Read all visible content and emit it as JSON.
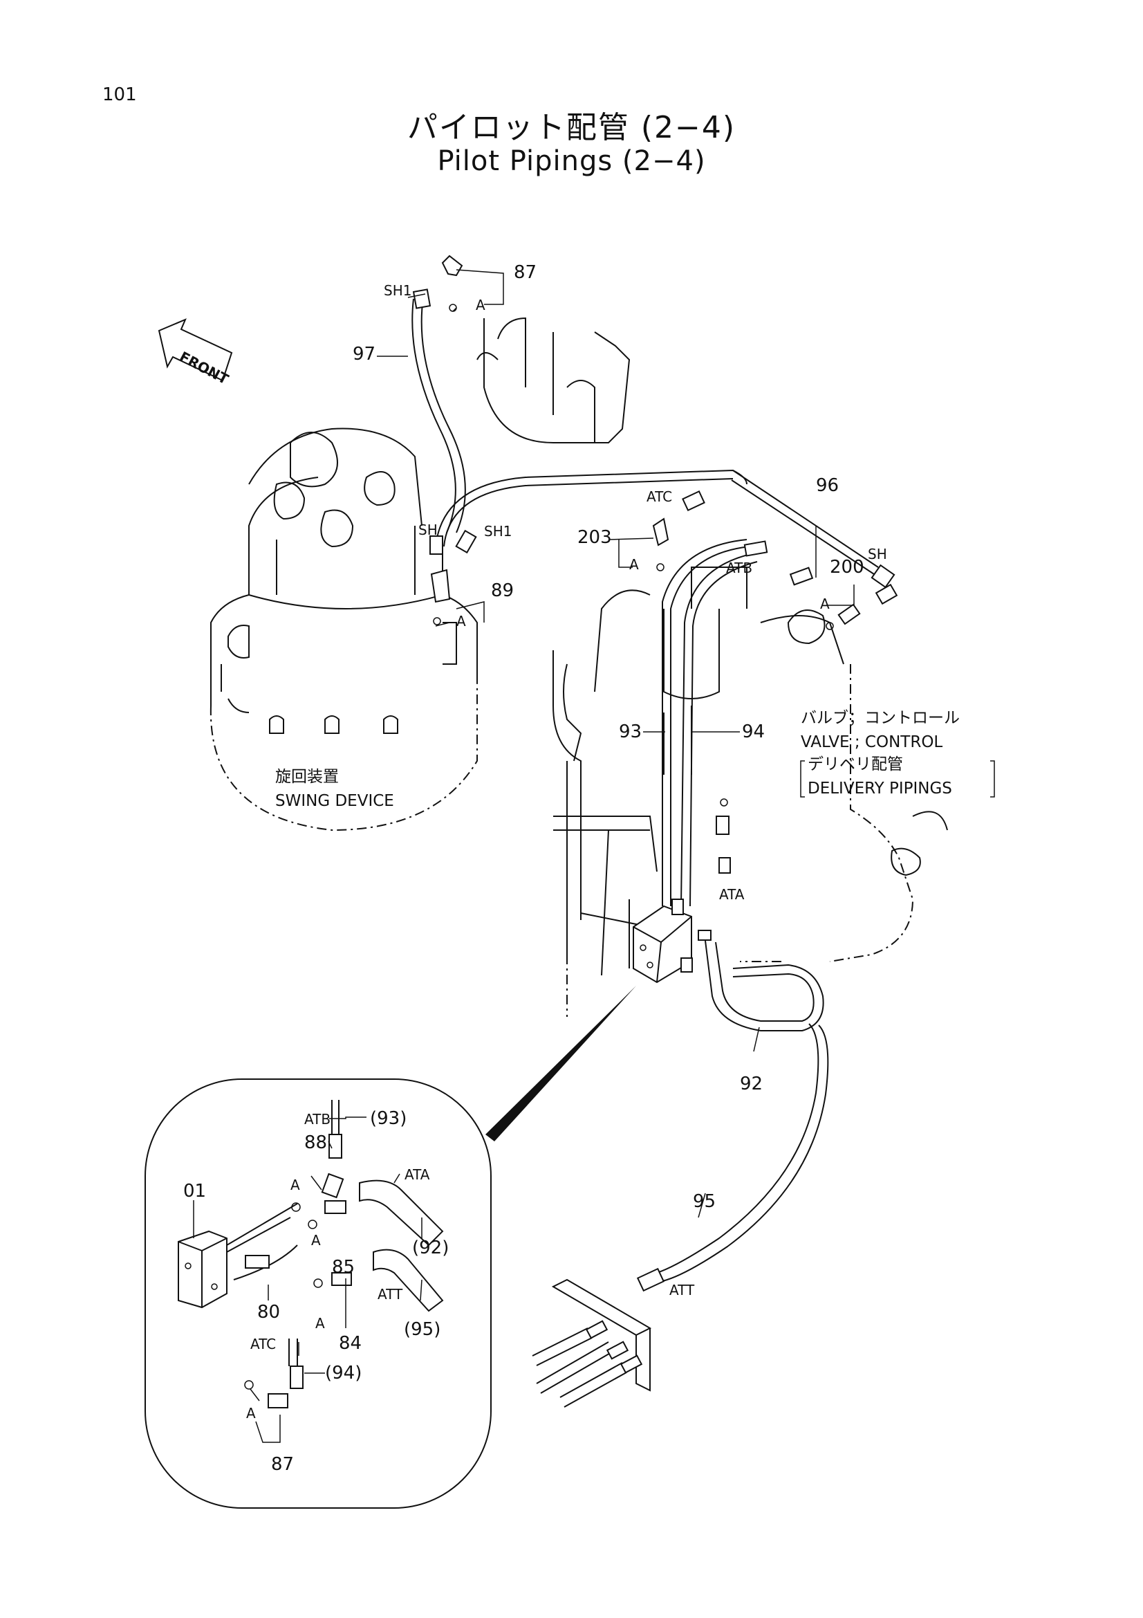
{
  "page_number": "101",
  "title_jp": "パイロット配管 (2−4)",
  "title_en": "Pilot Pipings (2−4)",
  "front_label": "FRONT",
  "part_numbers": {
    "p87_top": "87",
    "p97": "97",
    "p96": "96",
    "p203": "203",
    "p89": "89",
    "p200": "200",
    "p93": "93",
    "p94": "94",
    "p92": "92",
    "p95": "95",
    "p01": "01",
    "p88": "88",
    "p85": "85",
    "p80": "80",
    "p84": "84",
    "p87_bottom": "87",
    "p93_ref": "(93)",
    "p92_ref": "(92)",
    "p95_ref": "(95)",
    "p94_ref": "(94)"
  },
  "port_labels": {
    "sh1_top": "SH1",
    "sh_left": "SH",
    "sh1_mid": "SH1",
    "atc": "ATC",
    "atb": "ATB",
    "sh_right": "SH",
    "ata": "ATA",
    "att": "ATT",
    "detail_atb": "ATB",
    "detail_ata": "ATA",
    "detail_att": "ATT",
    "detail_atc": "ATC"
  },
  "a_labels": {
    "a1": "A",
    "a2": "A",
    "a3": "A",
    "a4": "A",
    "a5": "A",
    "a6": "A",
    "a7": "A",
    "a8": "A"
  },
  "swing_device": {
    "jp": "旋回装置",
    "en": "SWING DEVICE"
  },
  "control_valve": {
    "jp": "バルブ；コントロール",
    "en": "VALVE ; CONTROL",
    "sub_jp": "デリベリ配管",
    "sub_en": "DELIVERY PIPINGS"
  }
}
